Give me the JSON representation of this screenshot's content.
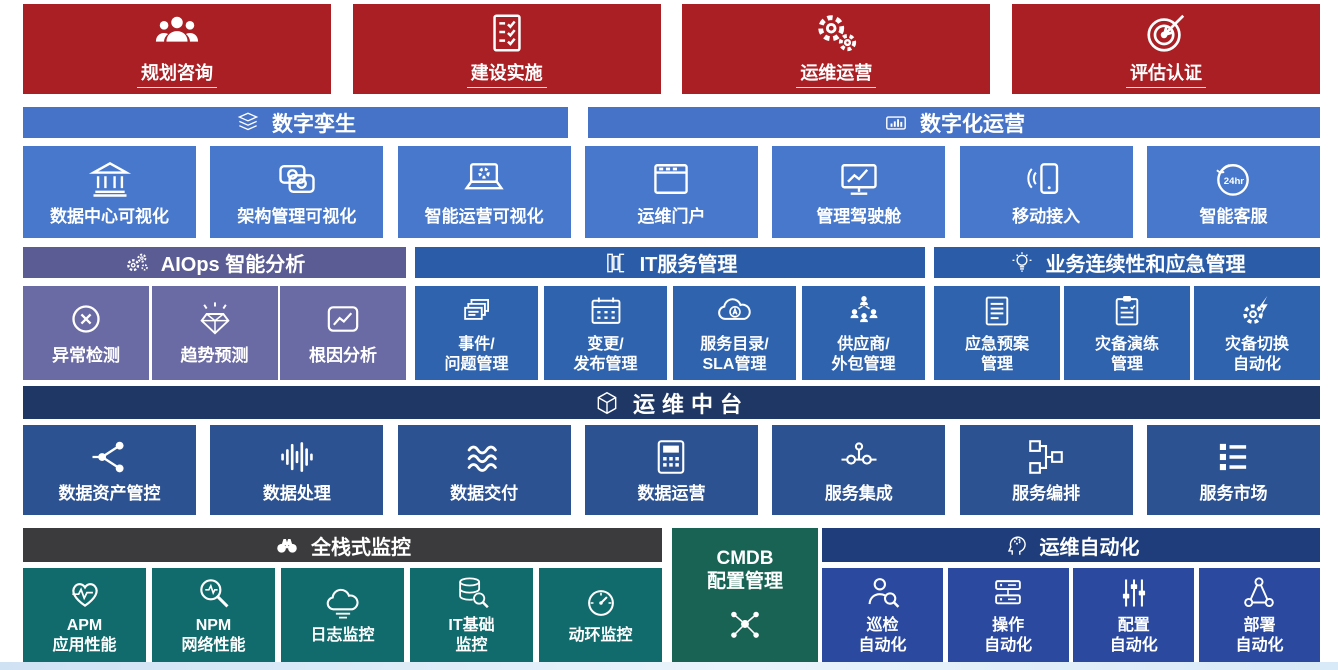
{
  "phases": [
    {
      "label": "规划咨询",
      "icon": "people-group-icon"
    },
    {
      "label": "建设实施",
      "icon": "checklist-icon"
    },
    {
      "label": "运维运营",
      "icon": "gears-icon"
    },
    {
      "label": "评估认证",
      "icon": "target-icon"
    }
  ],
  "digital_twin": {
    "header": {
      "label": "数字孪生",
      "icon": "layers-icon"
    },
    "items": [
      {
        "label": "数据中心可视化",
        "icon": "bank-icon"
      },
      {
        "label": "架构管理可视化",
        "icon": "linked-frames-icon"
      },
      {
        "label": "智能运营可视化",
        "icon": "laptop-gear-icon"
      }
    ]
  },
  "digital_operation": {
    "header": {
      "label": "数字化运营",
      "icon": "signal-device-icon"
    },
    "items": [
      {
        "label": "运维门户",
        "icon": "browser-window-icon"
      },
      {
        "label": "管理驾驶舱",
        "icon": "monitor-chart-icon"
      },
      {
        "label": "移动接入",
        "icon": "mobile-signal-icon"
      },
      {
        "label": "智能客服",
        "icon": "service-24h-icon"
      }
    ]
  },
  "aiops": {
    "header": {
      "label": "AIOps 智能分析",
      "icon": "gear-cluster-icon"
    },
    "items": [
      {
        "label": "异常检测",
        "icon": "circle-x-icon"
      },
      {
        "label": "趋势预测",
        "icon": "diamond-spark-icon"
      },
      {
        "label": "根因分析",
        "icon": "chart-box-icon"
      }
    ]
  },
  "itsm": {
    "header": {
      "label": "IT服务管理",
      "icon": "books-icon"
    },
    "items": [
      {
        "label": "事件/\n问题管理",
        "icon": "stacked-cards-icon"
      },
      {
        "label": "变更/\n发布管理",
        "icon": "calendar-icon"
      },
      {
        "label": "服务目录/\nSLA管理",
        "icon": "cloud-a-icon"
      },
      {
        "label": "供应商/\n外包管理",
        "icon": "org-tree-icon"
      }
    ]
  },
  "bcm": {
    "header": {
      "label": "业务连续性和应急管理",
      "icon": "bulb-icon"
    },
    "items": [
      {
        "label": "应急预案\n管理",
        "icon": "document-lines-icon"
      },
      {
        "label": "灾备演练\n管理",
        "icon": "clipboard-check-icon"
      },
      {
        "label": "灾备切换\n自动化",
        "icon": "gear-bolt-icon"
      }
    ]
  },
  "middle_platform": {
    "header": {
      "label": "运维中台",
      "icon": "cube-icon"
    },
    "items": [
      {
        "label": "数据资产管控",
        "icon": "share-nodes-icon"
      },
      {
        "label": "数据处理",
        "icon": "waveform-icon"
      },
      {
        "label": "数据交付",
        "icon": "waves-icon"
      },
      {
        "label": "数据运营",
        "icon": "calculator-icon"
      },
      {
        "label": "服务集成",
        "icon": "chain-nodes-icon"
      },
      {
        "label": "服务编排",
        "icon": "flowchart-icon"
      },
      {
        "label": "服务市场",
        "icon": "list-grid-icon"
      }
    ]
  },
  "monitoring": {
    "header": {
      "label": "全栈式监控",
      "icon": "binoculars-icon"
    },
    "items": [
      {
        "label": "APM\n应用性能",
        "icon": "heart-pulse-icon"
      },
      {
        "label": "NPM\n网络性能",
        "icon": "magnifier-pulse-icon"
      },
      {
        "label": "日志监控",
        "icon": "cloud-log-icon"
      },
      {
        "label": "IT基础\n监控",
        "icon": "database-search-icon"
      },
      {
        "label": "动环监控",
        "icon": "gauge-icon"
      }
    ]
  },
  "cmdb": {
    "label": "CMDB\n配置管理",
    "icon": "network-nodes-icon"
  },
  "automation": {
    "header": {
      "label": "运维自动化",
      "icon": "head-gear-icon"
    },
    "items": [
      {
        "label": "巡检\n自动化",
        "icon": "user-magnifier-icon"
      },
      {
        "label": "操作\n自动化",
        "icon": "server-stack-icon"
      },
      {
        "label": "配置\n自动化",
        "icon": "sliders-icon"
      },
      {
        "label": "部署\n自动化",
        "icon": "deploy-nodes-icon"
      }
    ]
  },
  "colors": {
    "red": "#a91f24",
    "blue": "#4673c8",
    "blue-tile": "#4878cb",
    "purple": "#5c5c94",
    "purple-tile": "#6a6aa4",
    "mblue": "#2a5ca8",
    "mblue-tile": "#2f63ae",
    "navy": "#1f3765",
    "navy-tile": "#2d5291",
    "dark": "#3b3b3d",
    "teal": "#116a6c",
    "green": "#186353",
    "autoblue": "#1f3d7a",
    "autoblue-tile": "#2b4a9f"
  }
}
